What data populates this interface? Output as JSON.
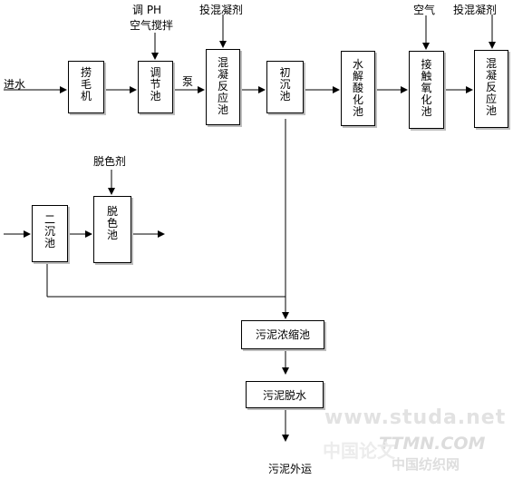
{
  "labels": {
    "inlet": "进水",
    "ph_top": "调 PH",
    "ph_bottom": "空气搅拌",
    "pump": "泵",
    "coag1": "投混凝剂",
    "air": "空气",
    "coag2": "投混凝剂",
    "decolor_agent": "脱色剂",
    "sludge_out": "污泥外运"
  },
  "boxes": {
    "hair_catcher": "捞\n毛\n机",
    "equalization": "调\n节\n池",
    "coagulation1": "混\n凝\n反\n应\n池",
    "primary_settler": "初\n沉\n池",
    "hydrolysis": "水\n解\n酸\n化\n池",
    "contact_oxidation": "接\n触\n氧\n化\n池",
    "coagulation2": "混\n凝\n反\n应\n池",
    "secondary_settler": "二\n沉\n池",
    "decolor": "脱\n色\n池",
    "sludge_thickener": "污泥浓缩池",
    "sludge_dewater": "污泥脱水"
  },
  "watermarks": {
    "line1": "www.studa.net",
    "line2": "TTMN.COM",
    "line3": "中国论文",
    "line4": "中国纺织网"
  }
}
